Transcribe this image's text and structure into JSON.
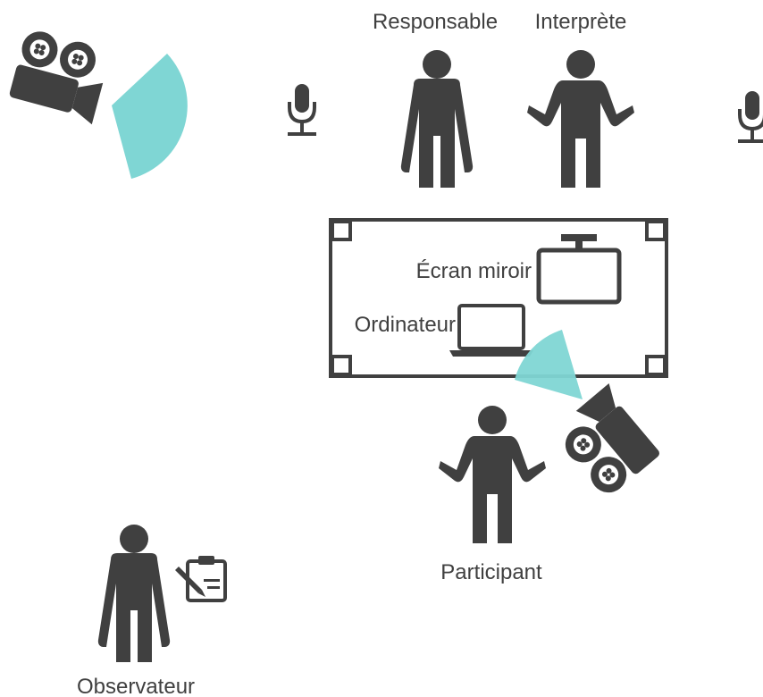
{
  "labels": {
    "responsable": "Responsable",
    "interprete": "Interprète",
    "ecran": "Écran miroir",
    "ordinateur": "Ordinateur",
    "participant": "Participant",
    "observateur": "Observateur"
  },
  "colors": {
    "icon": "#404040",
    "view_cone": "#7fd6d4",
    "background": "#ffffff"
  },
  "icons": [
    "video-camera-icon",
    "microphone-icon",
    "person-icon",
    "monitor-icon",
    "laptop-icon",
    "clipboard-icon"
  ]
}
